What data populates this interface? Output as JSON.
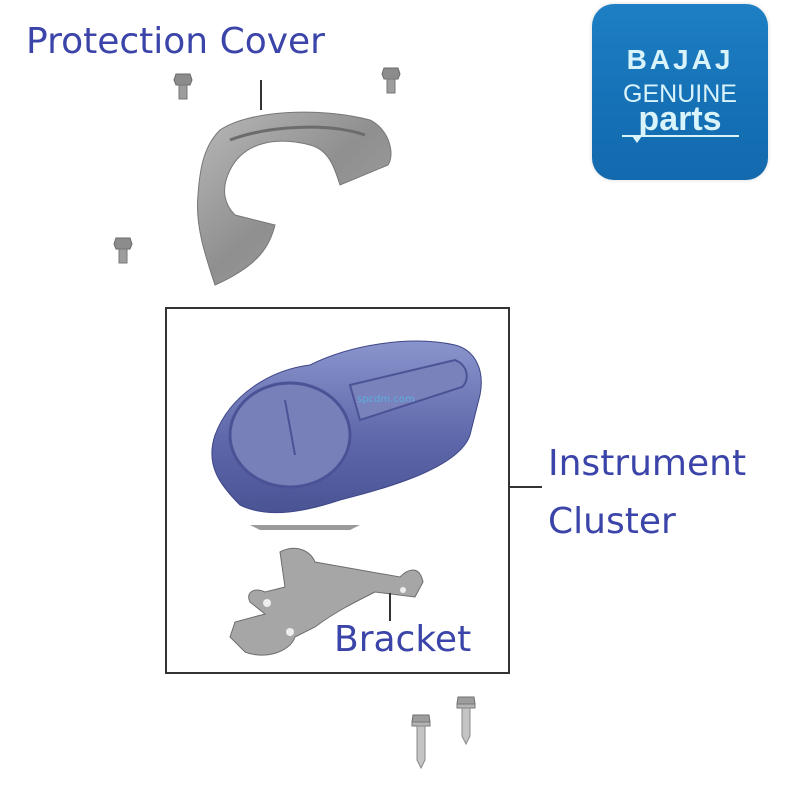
{
  "logo": {
    "line1": "BAJAJ",
    "line2": "GENUINE",
    "line3": "parts",
    "background": "#1a78bf",
    "text_color": "#d9f3fb"
  },
  "labels": {
    "protection_cover": "Protection Cover",
    "instrument_cluster_line1": "Instrument",
    "instrument_cluster_line2": "Cluster",
    "bracket": "Bracket"
  },
  "watermark": "spcdm.com",
  "colors": {
    "label_text": "#3b44a8",
    "cluster_body": "#6e78b8",
    "metal_part": "#9a9a9a",
    "frame": "#333333"
  }
}
